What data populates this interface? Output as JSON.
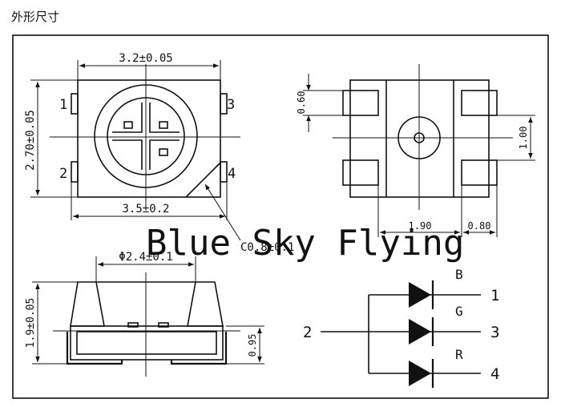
{
  "heading": "外形尺寸",
  "watermark": "Blue Sky Flying",
  "top_view": {
    "dim_width": "3.2±0.05",
    "dim_height": "2.70±0.05",
    "dim_lead_width": "3.5±0.2",
    "dim_chamfer": "C0.8±0.1",
    "pin_labels": [
      "1",
      "2",
      "3",
      "4"
    ]
  },
  "bottom_view": {
    "dim_pad_height": "0.60",
    "dim_pad_gap": "1.00",
    "dim_pitch": "1.90",
    "dim_pad_width": "0.80"
  },
  "side_view": {
    "dim_dome": "Φ2.4±0.1",
    "dim_height": "1.9±0.05",
    "dim_base": "0.95"
  },
  "circuit": {
    "common_pin": "2",
    "channels": [
      {
        "color": "B",
        "pin": "1"
      },
      {
        "color": "G",
        "pin": "3"
      },
      {
        "color": "R",
        "pin": "4"
      }
    ]
  }
}
